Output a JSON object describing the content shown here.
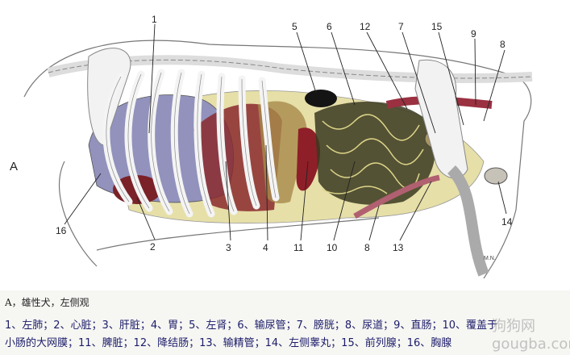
{
  "figure": {
    "panel_label": "A",
    "labels": [
      "1",
      "5",
      "6",
      "12",
      "7",
      "15",
      "9",
      "8",
      "16",
      "2",
      "3",
      "4",
      "11",
      "10",
      "8",
      "13",
      "14"
    ],
    "signature": "M.N."
  },
  "caption": {
    "title": "A，雄性犬，左侧观",
    "line1": "1、左肺；2、心脏；3、肝脏；4、胃；5、左肾；6、输尿管；7、膀胱；8、尿道；9、直肠；10、覆盖于",
    "line2": "小肠的大网膜；11、脾脏；12、降结肠；13、输精管；14、左侧睾丸；15、前列腺；16、胸腺",
    "watermark": "狗狗网 gougba.com"
  },
  "colors": {
    "caption_text": "#1c1c6a",
    "organ_red": "#8a2a2e",
    "lung": "#8f8fb8",
    "omentum": "#d8cf90"
  }
}
